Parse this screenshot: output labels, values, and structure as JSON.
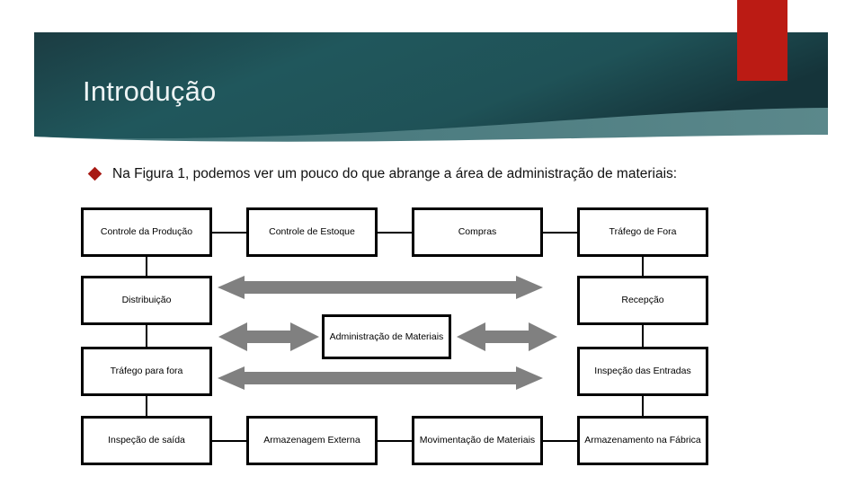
{
  "slide": {
    "title": "Introdução",
    "bullet": {
      "marker": "diamond-bullet",
      "text": "Na Figura 1, podemos ver um pouco do que abrange a área de administração de materiais:"
    }
  },
  "theme": {
    "banner_dark": "#1d4349",
    "banner_mid": "#215055",
    "banner_light": "#4d7d80",
    "accent_red": "#bb1b14",
    "bullet_red": "#A81A14",
    "arrow_gray": "#808080",
    "node_border": "#000000",
    "title_color": "#eef4f5"
  },
  "diagram": {
    "type": "flow",
    "nodes": [
      {
        "id": "n1",
        "label": "Controle da Produção",
        "col": 1,
        "row": 1
      },
      {
        "id": "n2",
        "label": "Controle de Estoque",
        "col": 2,
        "row": 1
      },
      {
        "id": "n3",
        "label": "Compras",
        "col": 3,
        "row": 1
      },
      {
        "id": "n4",
        "label": "Tráfego de Fora",
        "col": 4,
        "row": 1
      },
      {
        "id": "n5",
        "label": "Distribuição",
        "col": 1,
        "row": 2
      },
      {
        "id": "n6",
        "label": "Recepção",
        "col": 4,
        "row": 2
      },
      {
        "id": "n7",
        "label": "Administração de Materiais",
        "col": "center",
        "row": "center"
      },
      {
        "id": "n8",
        "label": "Tráfego para fora",
        "col": 1,
        "row": 3
      },
      {
        "id": "n9",
        "label": "Inspeção das Entradas",
        "col": 4,
        "row": 3
      },
      {
        "id": "n10",
        "label": "Inspeção de saída",
        "col": 1,
        "row": 4
      },
      {
        "id": "n11",
        "label": "Armazenagem Externa",
        "col": 2,
        "row": 4
      },
      {
        "id": "n12",
        "label": "Movimentação de Materiais",
        "col": 3,
        "row": 4
      },
      {
        "id": "n13",
        "label": "Armazenamento na Fábrica",
        "col": 4,
        "row": 4
      }
    ],
    "arrows": [
      {
        "id": "a1",
        "kind": "double-headed-horizontal",
        "position": "between-row2-left-and-right"
      },
      {
        "id": "a2",
        "kind": "double-headed-horizontal",
        "position": "left-of-center-node"
      },
      {
        "id": "a3",
        "kind": "double-headed-horizontal",
        "position": "right-of-center-node"
      },
      {
        "id": "a4",
        "kind": "double-headed-horizontal",
        "position": "between-row3-left-and-right"
      }
    ],
    "connectors": [
      "n1-n2",
      "n2-n3",
      "n3-n4",
      "n1-n5",
      "n5-n8",
      "n8-n10",
      "n4-n6",
      "n6-n9",
      "n9-n13",
      "n10-n11",
      "n11-n12",
      "n12-n13"
    ]
  }
}
